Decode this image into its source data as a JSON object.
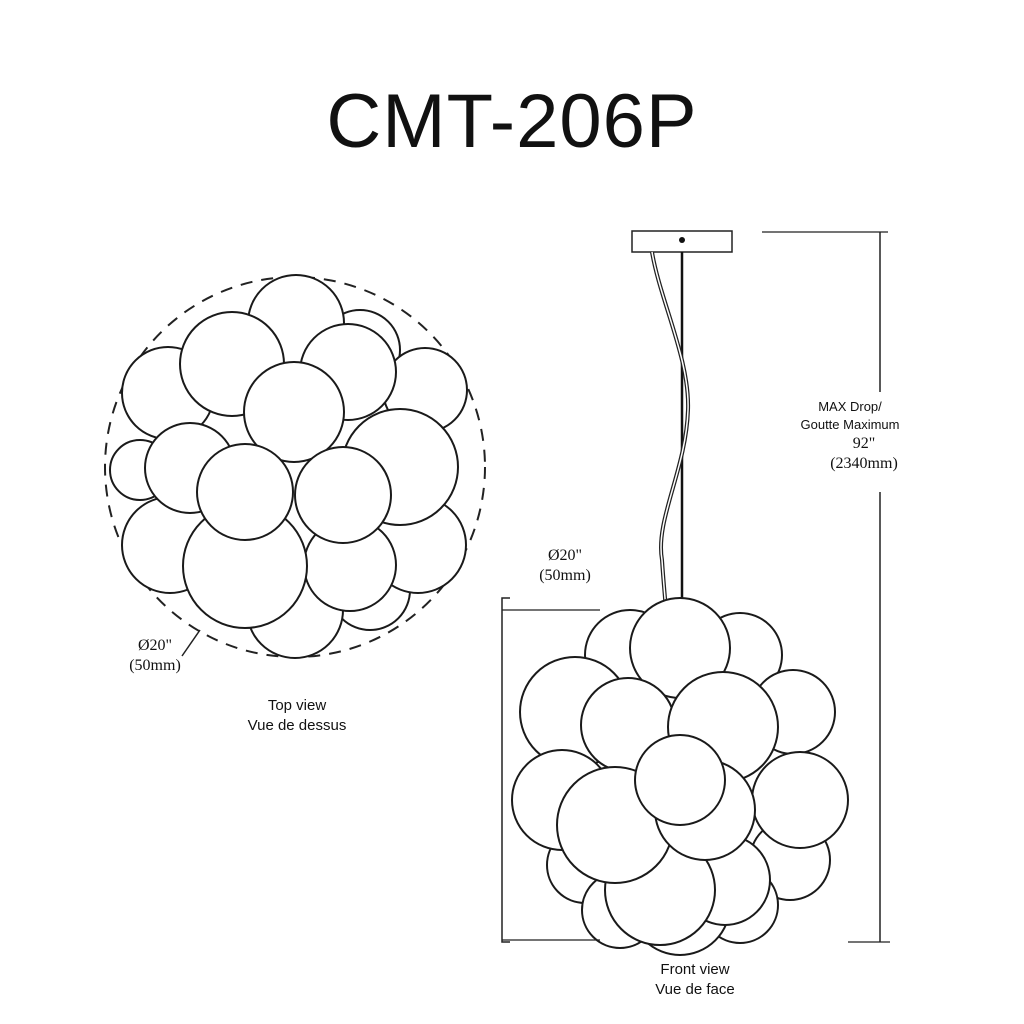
{
  "title": "CMT-206P",
  "top_view": {
    "label": "Top view",
    "label_fr": "Vue de dessus",
    "diameter": "Ø20\"",
    "diameter_mm": "(50mm)"
  },
  "front_view": {
    "label": "Front view",
    "label_fr": "Vue de face",
    "diameter": "Ø20\"",
    "diameter_mm": "(50mm)"
  },
  "drop": {
    "label": "MAX Drop/",
    "label_fr": "Goutte Maximum",
    "value": "92\"",
    "value_mm": "(2340mm)"
  }
}
